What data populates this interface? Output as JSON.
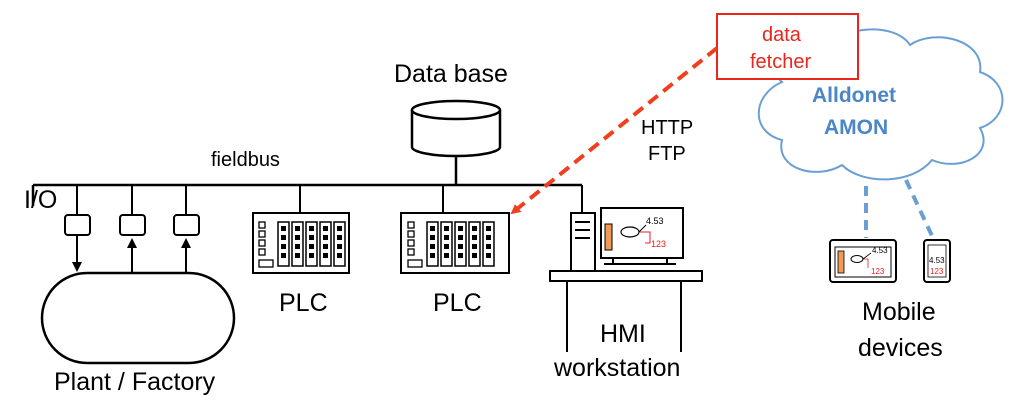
{
  "labels": {
    "database": "Data base",
    "fieldbus": "fieldbus",
    "io": "I/O",
    "plc_left": "PLC",
    "plc_right": "PLC",
    "plant": "Plant / Factory",
    "hmi_line1": "HMI",
    "hmi_line2": "workstation",
    "protocol_http": "HTTP",
    "protocol_ftp": "FTP",
    "fetcher_line1": "data",
    "fetcher_line2": "fetcher",
    "cloud_line1": "Alldonet",
    "cloud_line2": "AMON",
    "mobile_line1": "Mobile",
    "mobile_line2": "devices"
  },
  "screen_values": {
    "top_value": "4.53",
    "bottom_value": "123"
  },
  "colors": {
    "line": "#000000",
    "fetcher": "#e8261c",
    "arrow": "#f03e1f",
    "cloud": "#6a9fd4",
    "cloud_text": "#4a86c8",
    "gauge_fill": "#f29a55",
    "screen_red": "#e02020"
  }
}
